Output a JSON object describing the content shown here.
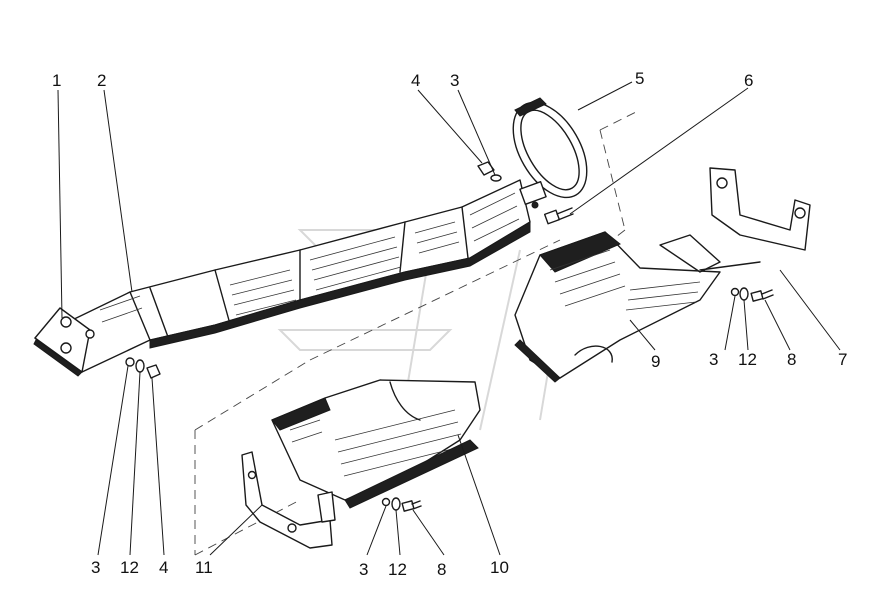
{
  "callouts": {
    "top": [
      "1",
      "2",
      "4",
      "3",
      "5",
      "6"
    ],
    "right": [
      "3",
      "12",
      "8",
      "7",
      "9"
    ],
    "bottom_left": [
      "3",
      "12",
      "4",
      "11"
    ],
    "bottom_center": [
      "3",
      "12",
      "8",
      "10"
    ]
  },
  "colors": {
    "ink": "#1a1a1a",
    "paper": "#ffffff",
    "watermark": "#d8d8d8"
  }
}
